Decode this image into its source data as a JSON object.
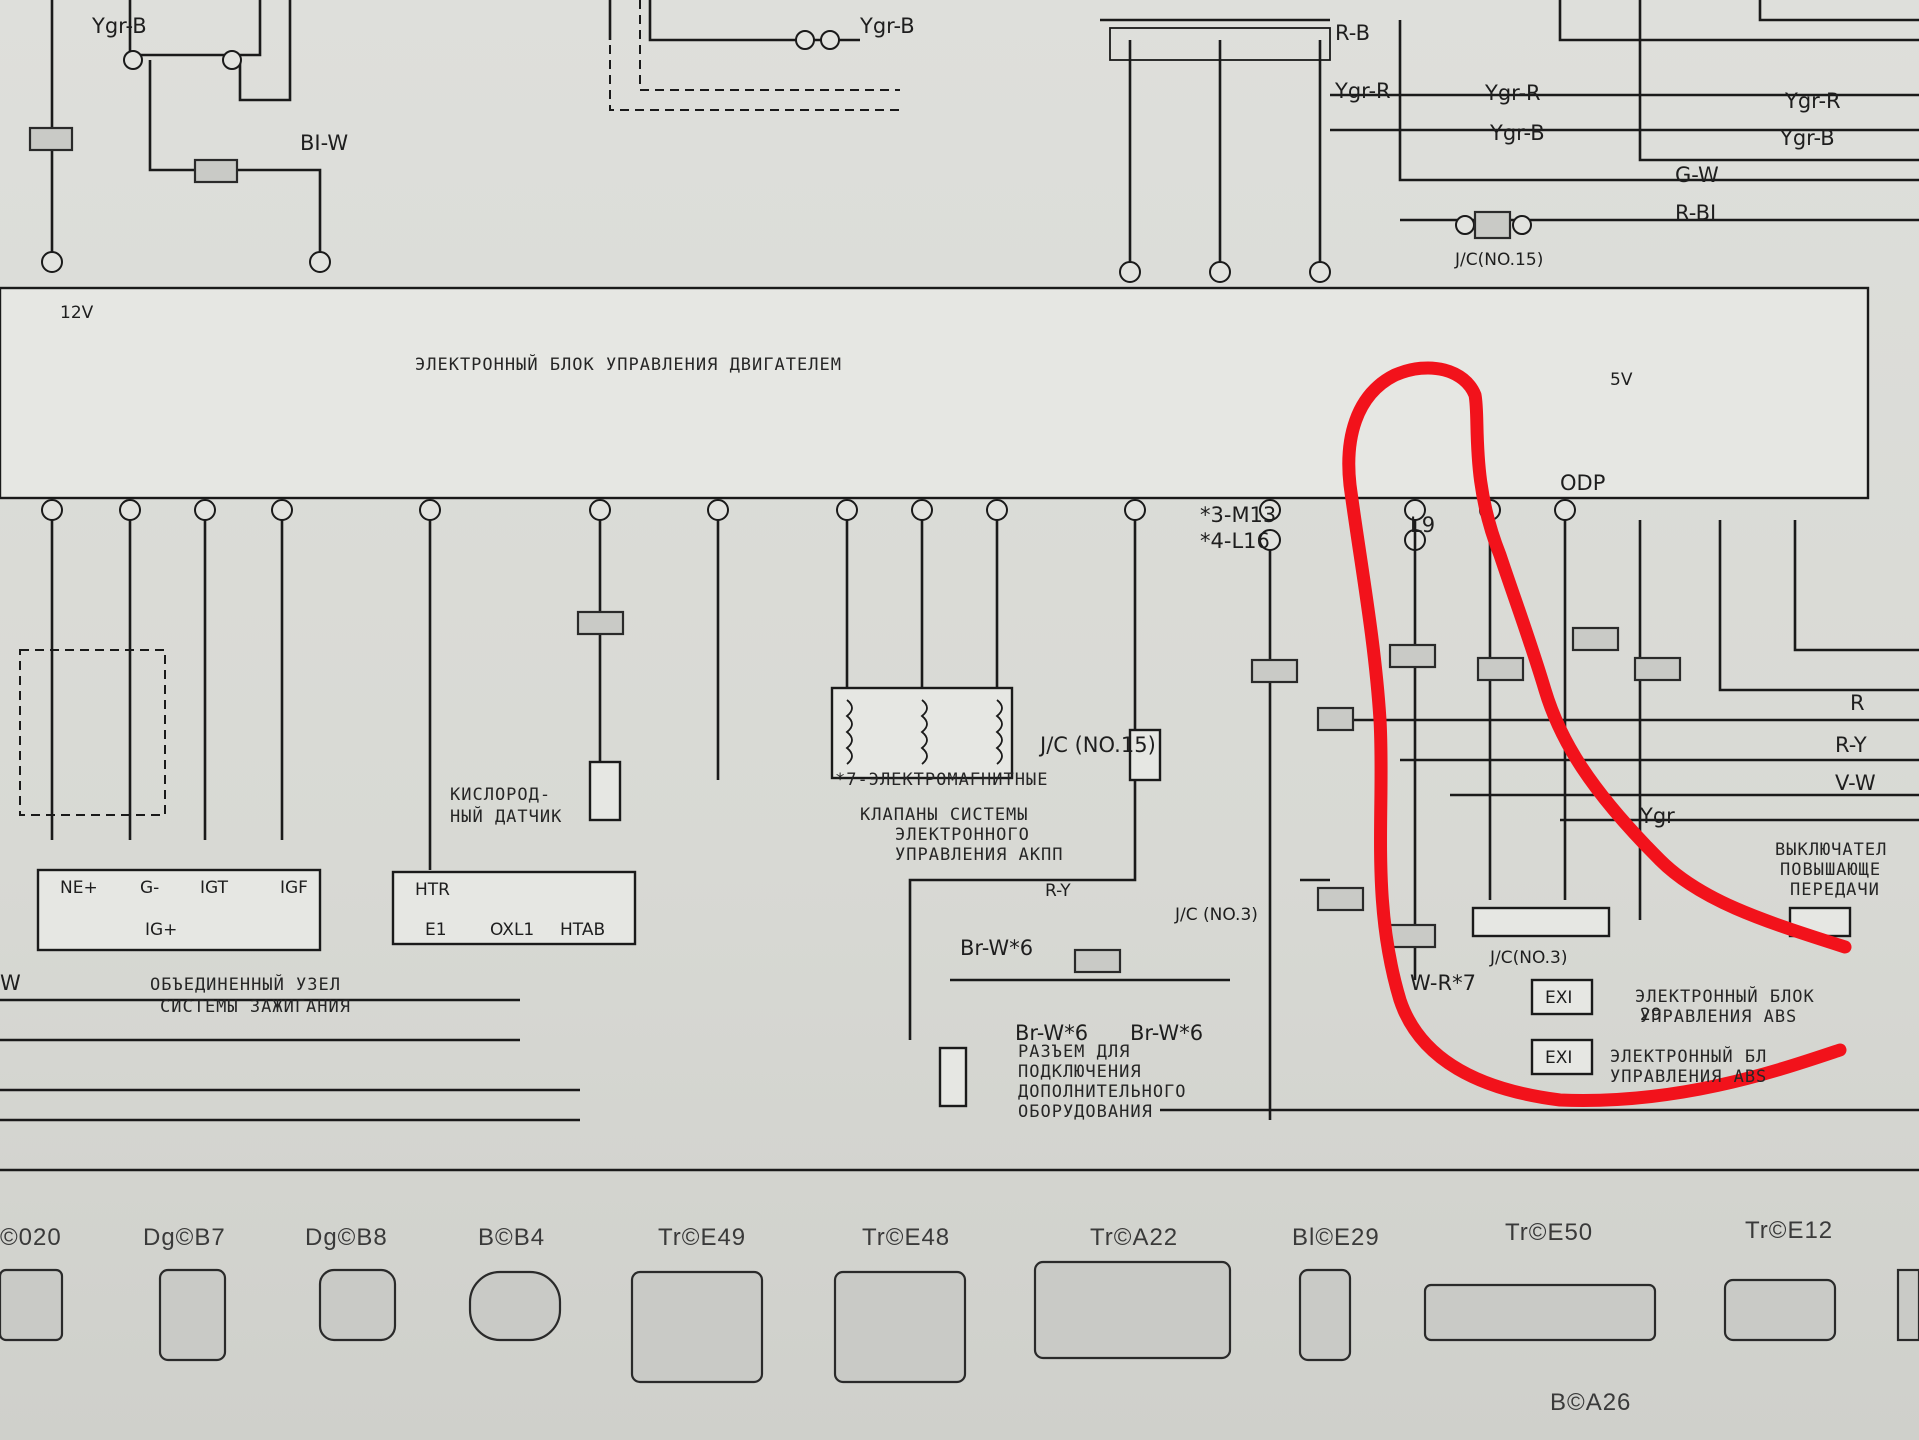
{
  "diagram": {
    "ecu_title": "ЭЛЕКТРОННЫЙ БЛОК УПРАВЛЕНИЯ ДВИГАТЕЛЕМ",
    "labels": [
      "Ygr-B",
      "R-B",
      "Ygr-R",
      "G-W",
      "R-BI",
      "J/C(NO.15)",
      "12V",
      "5V",
      "BI-W",
      "ODP",
      "L9",
      "*3-M13",
      "*4-L16",
      "J/C (NO.15)",
      "Br-W*6",
      "J/C (NO.3)",
      "J/C(NO.3)",
      "W-R*7",
      "EXI",
      "R",
      "R-Y",
      "V-W",
      "Ygr",
      "R-Y",
      "NE+",
      "G-",
      "IGT",
      "IGF",
      "IG+",
      "HTR",
      "E1",
      "OXL1",
      "HTAB",
      "W",
      "29"
    ],
    "captions": {
      "ignition": [
        "ОБЪЕДИНЕННЫЙ УЗЕЛ",
        "СИСТЕМЫ ЗАЖИГАНИЯ"
      ],
      "o2": [
        "КИСЛОРОД-",
        "НЫЙ ДАТЧИК"
      ],
      "solenoids": [
        "*7-ЭЛЕКТРОМАГНИТНЫЕ",
        "КЛАПАНЫ СИСТЕМЫ",
        "ЭЛЕКТРОННОГО",
        "УПРАВЛЕНИЯ АКПП"
      ],
      "aux": [
        "РАЗЪЕМ ДЛЯ",
        "ПОДКЛЮЧЕНИЯ",
        "ДОПОЛНИТЕЛЬНОГО",
        "ОБОРУДОВАНИЯ"
      ],
      "abs1": [
        "ЭЛЕКТРОННЫЙ БЛОК",
        "УПРАВЛЕНИЯ ABS"
      ],
      "abs2": [
        "ЭЛЕКТРОННЫЙ БЛ",
        "УПРАВЛЕНИЯ ABS"
      ],
      "gear": [
        "ВЫКЛЮЧАТЕЛ",
        "ПОВЫШАЮЩЕ",
        "ПЕРЕДАЧИ"
      ]
    },
    "connectors": [
      "©020",
      "Dg©B7",
      "Dg©B8",
      "B©B4",
      "Tr©E49",
      "Tr©E48",
      "Tr©A22",
      "Bl©E29",
      "Tr©E50",
      "Tr©E12",
      "B©A26"
    ],
    "highlight_color": "#f2121b"
  }
}
